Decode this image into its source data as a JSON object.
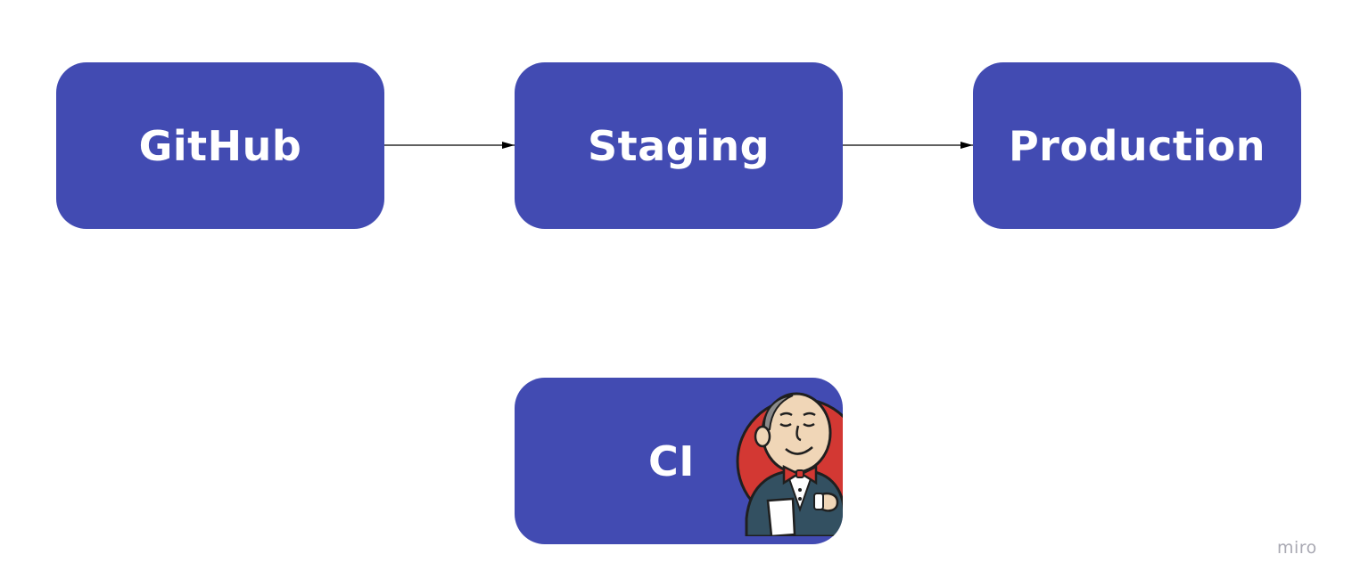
{
  "nodes": {
    "github": "GitHub",
    "staging": "Staging",
    "production": "Production",
    "ci": "CI"
  },
  "edges": [
    {
      "from": "GitHub",
      "to": "Staging"
    },
    {
      "from": "Staging",
      "to": "Production"
    }
  ],
  "ci_icon": "jenkins-butler-icon",
  "watermark": "miro",
  "colors": {
    "node_fill": "#424bb2",
    "node_text": "#ffffff",
    "edge": "#000000",
    "watermark": "#a9a9b3"
  }
}
